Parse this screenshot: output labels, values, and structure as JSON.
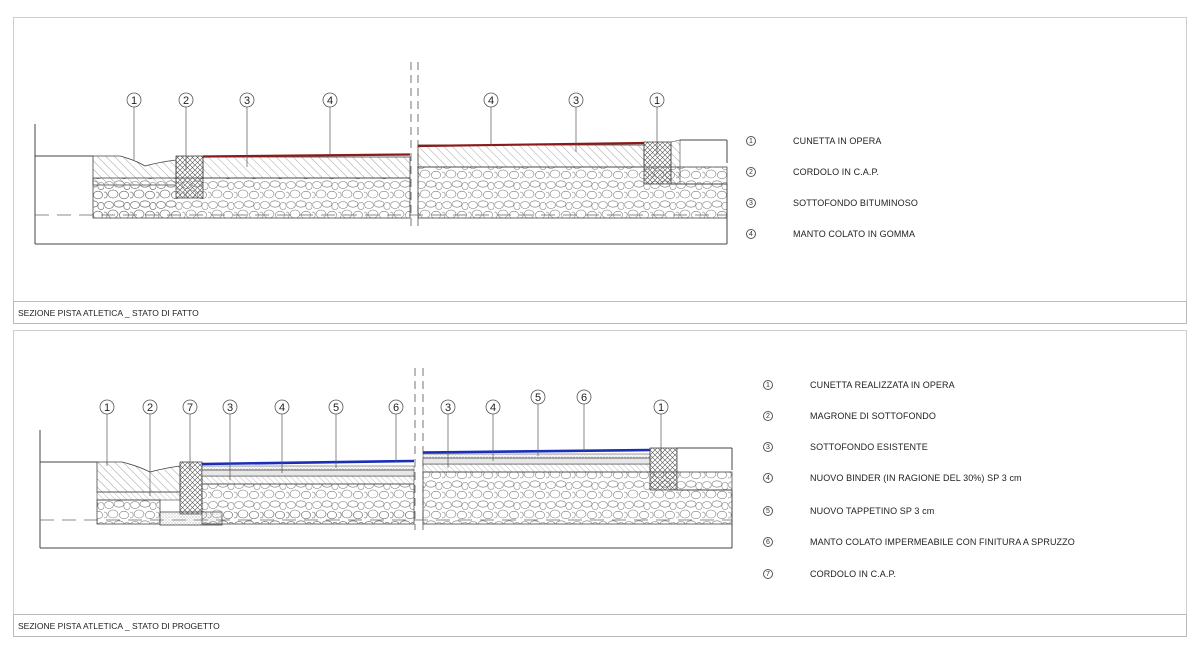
{
  "sections": [
    {
      "title": "SEZIONE PISTA ATLETICA _ STATO DI FATTO",
      "callouts_left": [
        "1",
        "2",
        "3",
        "4"
      ],
      "callouts_right": [
        "4",
        "3",
        "1"
      ],
      "legend": [
        {
          "num": "1",
          "text": "CUNETTA IN OPERA"
        },
        {
          "num": "2",
          "text": "CORDOLO IN C.A.P."
        },
        {
          "num": "3",
          "text": "SOTTOFONDO BITUMINOSO"
        },
        {
          "num": "4",
          "text": "MANTO COLATO IN GOMMA"
        }
      ]
    },
    {
      "title": "SEZIONE PISTA ATLETICA _ STATO DI PROGETTO",
      "callouts_left": [
        "1",
        "2",
        "7",
        "3",
        "4",
        "5",
        "6"
      ],
      "callouts_right": [
        "3",
        "4",
        "5",
        "6",
        "1"
      ],
      "legend": [
        {
          "num": "1",
          "text": "CUNETTA REALIZZATA IN OPERA"
        },
        {
          "num": "2",
          "text": "MAGRONE DI SOTTOFONDO"
        },
        {
          "num": "3",
          "text": "SOTTOFONDO ESISTENTE"
        },
        {
          "num": "4",
          "text": "NUOVO BINDER (IN RAGIONE DEL 30%) SP 3 cm"
        },
        {
          "num": "5",
          "text": "NUOVO TAPPETINO SP 3 cm"
        },
        {
          "num": "6",
          "text": "MANTO COLATO IMPERMEABILE CON FINITURA A SPRUZZO"
        },
        {
          "num": "7",
          "text": "CORDOLO IN C.A.P."
        }
      ]
    }
  ],
  "colors": {
    "surface_red": "#8b1a1a",
    "surface_blue": "#1a2fb8",
    "line": "#555555"
  }
}
